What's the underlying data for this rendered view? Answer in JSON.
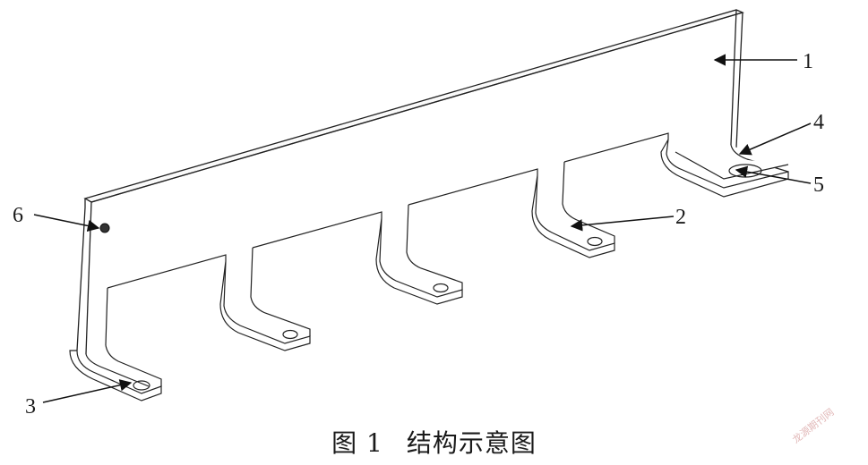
{
  "callouts": [
    "1",
    "2",
    "3",
    "4",
    "5",
    "6"
  ],
  "caption": {
    "figure_number": "图 1",
    "title": "结构示意图"
  },
  "watermark": "龙源期刊网"
}
